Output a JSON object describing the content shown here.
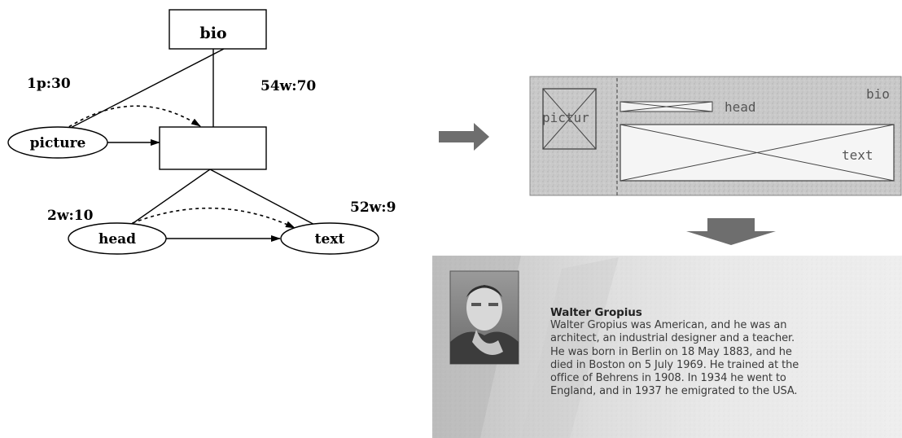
{
  "graph": {
    "nodes": {
      "bio": "bio",
      "picture": "picture",
      "head": "head",
      "text": "text"
    },
    "edge_labels": {
      "picture": "1p:30",
      "group": "54w:70",
      "head": "2w:10",
      "text": "52w:9"
    }
  },
  "wireframe": {
    "region_labels": {
      "picture": "pictur",
      "head": "head",
      "text": "text",
      "bio": "bio"
    }
  },
  "rendered_page": {
    "title": "Walter Gropius",
    "lines": [
      "Walter Gropius was American, and he was an",
      "architect, an industrial designer and a teacher.",
      "He was born in Berlin on 18 May 1883, and he",
      "died in Boston on 5 July 1969. He trained at the",
      "office of Behrens in 1908. In 1934 he went to",
      "England, and in 1937 he emigrated to the USA."
    ]
  },
  "colors": {
    "ink": "#000000",
    "wireframe_bg": "#c8c8c8",
    "arrow": "#6e6e6e"
  }
}
